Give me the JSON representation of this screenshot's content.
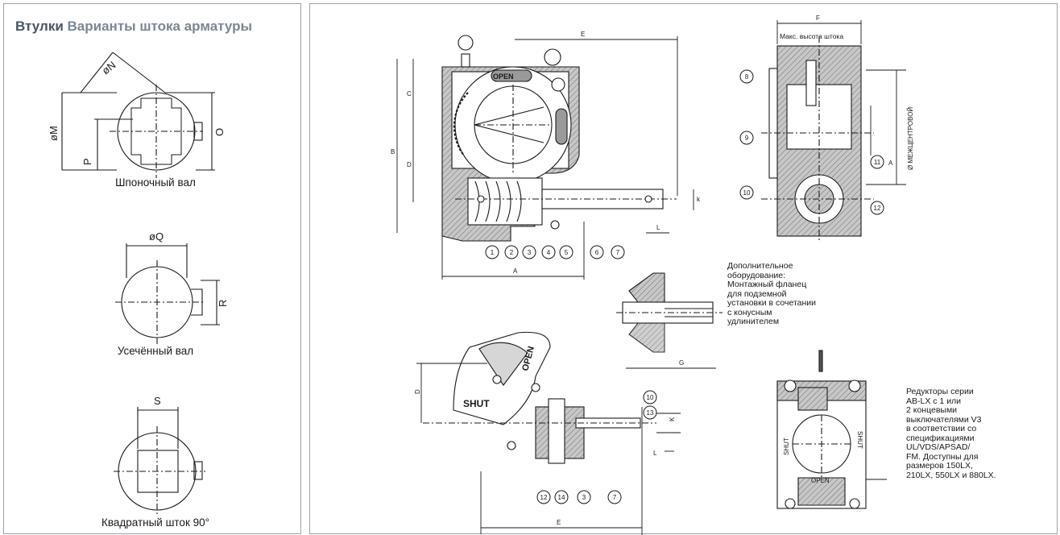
{
  "left_panel": {
    "title_part1": "Втулки",
    "title_part2": "Варианты штока арматуры",
    "keyed": {
      "caption": "Шпоночный вал",
      "label_n": "øN",
      "label_m": "øM",
      "label_o": "O",
      "label_p": "P"
    },
    "truncated": {
      "caption": "Усечённый вал",
      "label_q": "øQ",
      "label_r": "R"
    },
    "square": {
      "caption": "Квадратный шток 90°",
      "label_s": "S"
    }
  },
  "main_drawing": {
    "dim_e": "E",
    "dim_c": "C",
    "dim_b": "B",
    "dim_d": "D",
    "dim_a": "A",
    "dim_k": "k",
    "dim_l": "L",
    "open_text": "OPEN",
    "callouts": [
      "1",
      "2",
      "3",
      "4",
      "5",
      "6",
      "7"
    ]
  },
  "side_view": {
    "dim_f": "F",
    "max_stem_label": "Макс. высота штока",
    "center_label": "Ø МЕЖЦЕНТРОВОЙ",
    "dim_a": "A",
    "callouts": [
      "8",
      "9",
      "10",
      "11",
      "12"
    ]
  },
  "flange": {
    "note": "Дополнительное\nоборудование:\nМонтажный фланец\nдля подземной\nустановки в сочетании\nс конусным\nудлинителем",
    "dim_g": "G"
  },
  "detail": {
    "dim_d": "D",
    "dim_k": "K",
    "dim_l": "L",
    "dim_e": "E",
    "shut_text": "SHUT",
    "open_text": "OPEN",
    "callouts": [
      "10",
      "13",
      "12",
      "14",
      "3",
      "7"
    ]
  },
  "limit_switch": {
    "note": "Редукторы серии\nAB-LX с 1 или\n2 концевыми\nвыключателями V3\nв соответствии со\nспецификациями\nUL/VDS/APSAD/\nFM. Доступны для\nразмеров 150LX,\n210LX, 550LX и 880LX.",
    "shut_left": "SHUT",
    "shut_right": "SHUT",
    "open_text": "OPEN"
  }
}
